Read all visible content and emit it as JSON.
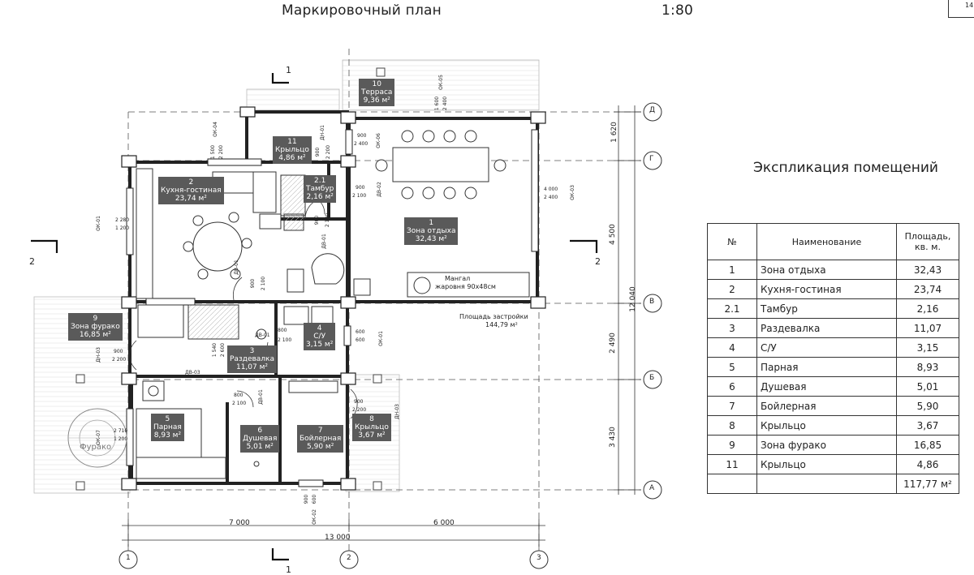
{
  "header": {
    "title": "Маркировочный план",
    "scale": "1:80",
    "page": "14"
  },
  "explication": {
    "title": "Экспликация помещений",
    "columns": [
      "№",
      "Наименование",
      "Площадь,\nкв. м."
    ],
    "rows": [
      {
        "num": "1",
        "name": "Зона отдыха",
        "area": "32,43"
      },
      {
        "num": "2",
        "name": "Кухня-гостиная",
        "area": "23,74"
      },
      {
        "num": "2.1",
        "name": "Тамбур",
        "area": "2,16"
      },
      {
        "num": "3",
        "name": "Раздевалка",
        "area": "11,07"
      },
      {
        "num": "4",
        "name": "С/У",
        "area": "3,15"
      },
      {
        "num": "5",
        "name": "Парная",
        "area": "8,93"
      },
      {
        "num": "6",
        "name": "Душевая",
        "area": "5,01"
      },
      {
        "num": "7",
        "name": "Бойлерная",
        "area": "5,90"
      },
      {
        "num": "8",
        "name": "Крыльцо",
        "area": "3,67"
      },
      {
        "num": "9",
        "name": "Зона фурако",
        "area": "16,85"
      },
      {
        "num": "11",
        "name": "Крыльцо",
        "area": "4,86"
      }
    ],
    "total": "117,77 м²"
  },
  "rooms": [
    {
      "num": "10",
      "name": "Терраса",
      "area": "9,36 м²"
    },
    {
      "num": "11",
      "name": "Крыльцо",
      "area": "4,86 м²"
    },
    {
      "num": "2",
      "name": "Кухня-гостиная",
      "area": "23,74 м²"
    },
    {
      "num": "2.1",
      "name": "Тамбур",
      "area": "2,16 м²"
    },
    {
      "num": "1",
      "name": "Зона отдыха",
      "area": "32,43 м²"
    },
    {
      "num": "9",
      "name": "Зона фурако",
      "area": "16,85 м²"
    },
    {
      "num": "4",
      "name": "С/У",
      "area": "3,15 м²"
    },
    {
      "num": "3",
      "name": "Раздевалка",
      "area": "11,07 м²"
    },
    {
      "num": "5",
      "name": "Парная",
      "area": "8,93 м²"
    },
    {
      "num": "6",
      "name": "Душевая",
      "area": "5,01 м²"
    },
    {
      "num": "7",
      "name": "Бойлерная",
      "area": "5,90 м²"
    },
    {
      "num": "8",
      "name": "Крыльцо",
      "area": "3,67 м²"
    }
  ],
  "axes": {
    "letters": [
      "Д",
      "Г",
      "В",
      "Б",
      "А"
    ],
    "numbers": [
      "1",
      "2",
      "3"
    ]
  },
  "section_marks": {
    "s1": "1",
    "s2": "2"
  },
  "dimensions": {
    "bottom_left": "7 000",
    "bottom_right": "6 000",
    "bottom_total": "13 000",
    "right_1": "1 620",
    "right_2": "4 500",
    "right_3": "2 490",
    "right_4": "3 430",
    "right_total": "12 040"
  },
  "annotations": {
    "footprint_label": "Площадь застройки",
    "footprint_value": "144,79 м²",
    "mangal_1": "Мангал",
    "mangal_2": "жаровня 90х48см",
    "furako": "Фурако"
  },
  "openings": [
    {
      "tag": "ОК-04",
      "w": "1 500",
      "h": "2 200"
    },
    {
      "tag": "ДН-01",
      "w": "900",
      "h": "2 200"
    },
    {
      "tag": "ОК-05",
      "w": "1 600",
      "h": "2 400"
    },
    {
      "tag": "ОК-06",
      "w": "900",
      "h": "2 400"
    },
    {
      "tag": "ДВ-02",
      "w": "900",
      "h": "2 100"
    },
    {
      "tag": "ОК-01",
      "w": "2 280",
      "h": "1 200"
    },
    {
      "tag": "ОК-03",
      "w": "4 000",
      "h": "2 400"
    },
    {
      "tag": "ДВ-01",
      "w": "900",
      "h": "2 100"
    },
    {
      "tag": "ДВ-01",
      "w": "900",
      "h": "2 100"
    },
    {
      "tag": "ДН-03",
      "w": "900",
      "h": "2 200"
    },
    {
      "tag": "ДВ-01",
      "w": "800",
      "h": "2 100"
    },
    {
      "tag": "ОК-01",
      "w": "600",
      "h": "600"
    },
    {
      "tag": "ДВ-03",
      "w": "1 540",
      "h": "2 600"
    },
    {
      "tag": "ДВ-01",
      "w": "800",
      "h": "2 100"
    },
    {
      "tag": "ДН-03",
      "w": "900",
      "h": "2 200"
    },
    {
      "tag": "ОК-07",
      "w": "2 710",
      "h": "1 200"
    },
    {
      "tag": "ОК-02",
      "w": "900",
      "h": "600"
    }
  ]
}
